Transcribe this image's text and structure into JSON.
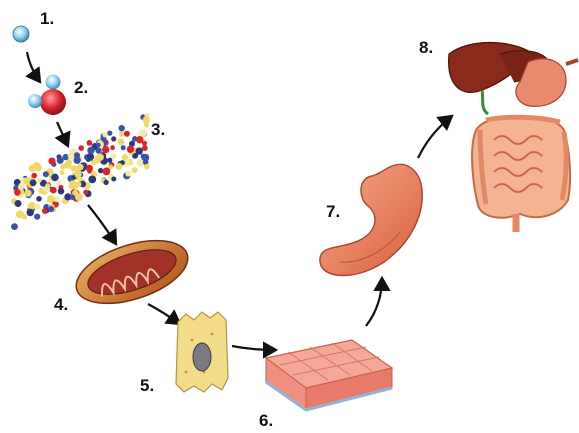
{
  "figure": {
    "steps": [
      {
        "label": "1.",
        "depicts": "atom"
      },
      {
        "label": "2.",
        "depicts": "molecule"
      },
      {
        "label": "3.",
        "depicts": "macromolecule"
      },
      {
        "label": "4.",
        "depicts": "organelle"
      },
      {
        "label": "5.",
        "depicts": "cell"
      },
      {
        "label": "6.",
        "depicts": "tissue"
      },
      {
        "label": "7.",
        "depicts": "organ"
      },
      {
        "label": "8.",
        "depicts": "organ system"
      }
    ]
  },
  "colors": {
    "arrow": "#111111",
    "atom": "#7fc4e6",
    "molecule_oxygen": "#d8242c",
    "organelle_outer": "#a0322a",
    "tissue": "#f08e82",
    "organ": "#e87c5c",
    "liver": "#8a2a1c"
  }
}
